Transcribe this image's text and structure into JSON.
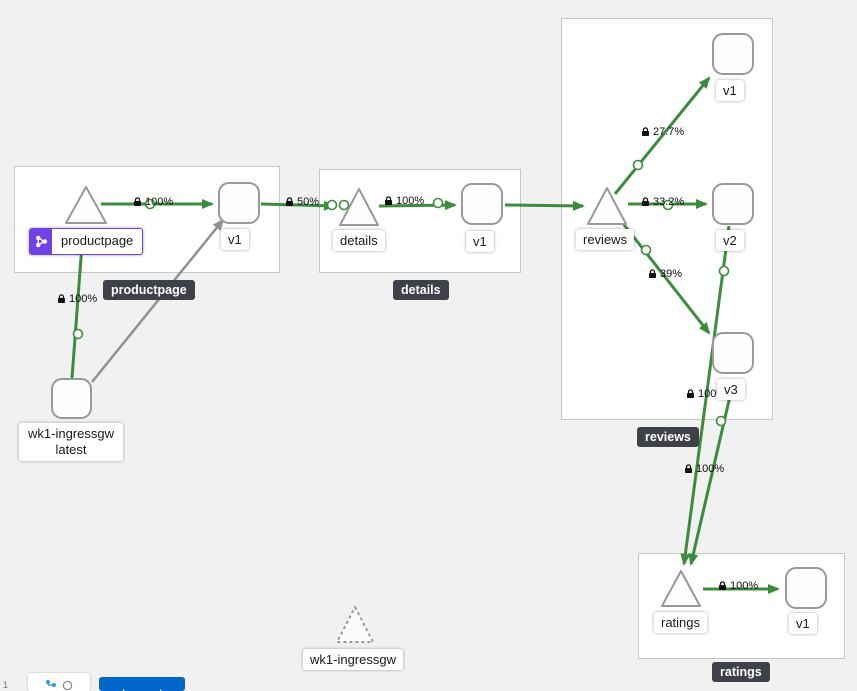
{
  "graph": {
    "groups": [
      {
        "id": "productpage",
        "tooltip": "productpage"
      },
      {
        "id": "details",
        "tooltip": "details"
      },
      {
        "id": "reviews",
        "tooltip": "reviews"
      },
      {
        "id": "ratings",
        "tooltip": "ratings"
      }
    ],
    "nodes": [
      {
        "id": "productpage",
        "type": "service",
        "label": "productpage",
        "badge": "virtual-service"
      },
      {
        "id": "productpage-v1",
        "type": "workload",
        "label": "v1"
      },
      {
        "id": "details",
        "type": "service",
        "label": "details"
      },
      {
        "id": "details-v1",
        "type": "workload",
        "label": "v1"
      },
      {
        "id": "reviews",
        "type": "service",
        "label": "reviews"
      },
      {
        "id": "reviews-v1",
        "type": "workload",
        "label": "v1"
      },
      {
        "id": "reviews-v2",
        "type": "workload",
        "label": "v2"
      },
      {
        "id": "reviews-v3",
        "type": "workload",
        "label": "v3"
      },
      {
        "id": "ratings",
        "type": "service",
        "label": "ratings"
      },
      {
        "id": "ratings-v1",
        "type": "workload",
        "label": "v1"
      },
      {
        "id": "wk1-ingressgw",
        "type": "workload",
        "label": "wk1-ingressgw",
        "sublabel": "latest"
      },
      {
        "id": "wk1-ingressgw-idle",
        "type": "service",
        "label": "wk1-ingressgw"
      }
    ],
    "edges": [
      {
        "from": "wk1-ingressgw",
        "to": "productpage",
        "label": "100%",
        "secure": true,
        "color": "green"
      },
      {
        "from": "productpage",
        "to": "productpage-v1",
        "label": "100%",
        "secure": true,
        "color": "green"
      },
      {
        "from": "productpage-v1",
        "to": "details",
        "label": "50%",
        "secure": true,
        "color": "green"
      },
      {
        "from": "details",
        "to": "details-v1",
        "label": "100%",
        "secure": true,
        "color": "green"
      },
      {
        "from": "details-v1",
        "to": "reviews",
        "label": "",
        "secure": false,
        "color": "green"
      },
      {
        "from": "reviews",
        "to": "reviews-v1",
        "label": "27.7%",
        "secure": true,
        "color": "green"
      },
      {
        "from": "reviews",
        "to": "reviews-v2",
        "label": "33.2%",
        "secure": true,
        "color": "green"
      },
      {
        "from": "reviews",
        "to": "reviews-v3",
        "label": "39%",
        "secure": true,
        "color": "green"
      },
      {
        "from": "reviews-v2",
        "to": "ratings",
        "label": "100%",
        "secure": true,
        "color": "green"
      },
      {
        "from": "reviews-v3",
        "to": "ratings",
        "label": "100%",
        "secure": true,
        "color": "green"
      },
      {
        "from": "ratings",
        "to": "ratings-v1",
        "label": "100%",
        "secure": true,
        "color": "green"
      },
      {
        "from": "wk1-ingressgw",
        "to": "productpage-v1",
        "label": "",
        "secure": false,
        "color": "gray"
      }
    ]
  },
  "toolbar": {
    "zoom_indicator": "1",
    "legend_label": "Legend"
  },
  "colors": {
    "edge_green": "#3c8c3d",
    "edge_gray": "#919191",
    "badge_purple": "#7141e8",
    "tooltip_bg": "#3e4147",
    "primary_blue": "#0066cc"
  }
}
